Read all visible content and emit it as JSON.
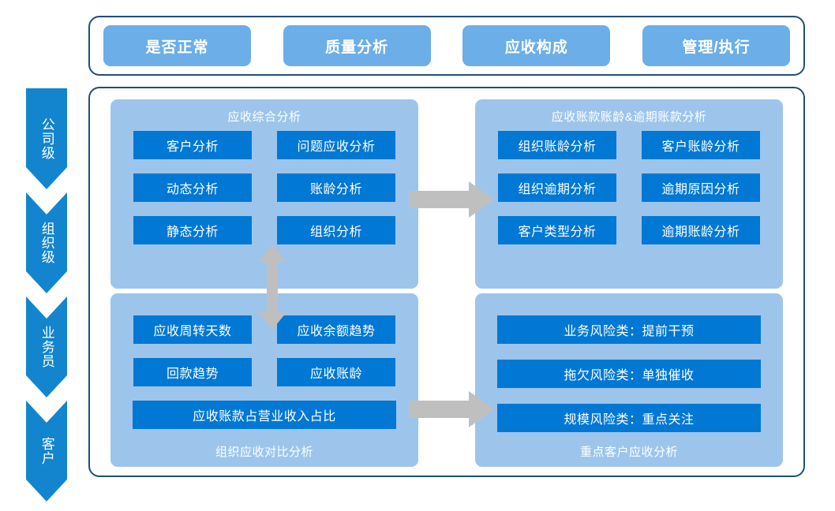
{
  "colors": {
    "frame_border": "#1F4E79",
    "tab_button": "#6BAEE8",
    "panel_bg": "#9DC5EC",
    "item_bg": "#0078D4",
    "rail": "#1285CE",
    "arrow_gray": "#BFBFBF",
    "text_white": "#FFFFFF"
  },
  "rail": {
    "items": [
      {
        "label": "公司级"
      },
      {
        "label": "组织级"
      },
      {
        "label": "业务员"
      },
      {
        "label": "客户"
      }
    ]
  },
  "top_tabs": [
    {
      "label": "是否正常"
    },
    {
      "label": "质量分析"
    },
    {
      "label": "应收构成"
    },
    {
      "label": "管理/执行"
    }
  ],
  "panels": {
    "top_left": {
      "title": "应收综合分析",
      "title_position": "top",
      "items": [
        {
          "label": "客户分析"
        },
        {
          "label": "问题应收分析"
        },
        {
          "label": "动态分析"
        },
        {
          "label": "账龄分析"
        },
        {
          "label": "静态分析"
        },
        {
          "label": "组织分析"
        }
      ]
    },
    "top_right": {
      "title": "应收账款账龄&逾期账款分析",
      "title_position": "top",
      "items": [
        {
          "label": "组织账龄分析"
        },
        {
          "label": "客户账龄分析"
        },
        {
          "label": "组织逾期分析"
        },
        {
          "label": "逾期原因分析"
        },
        {
          "label": "客户类型分析"
        },
        {
          "label": "逾期账龄分析"
        }
      ]
    },
    "bottom_left": {
      "title": "组织应收对比分析",
      "title_position": "bottom",
      "items": [
        {
          "label": "应收周转天数"
        },
        {
          "label": "应收余额趋势"
        },
        {
          "label": "回款趋势"
        },
        {
          "label": "应收账龄"
        },
        {
          "label": "应收账款占营业收入占比"
        }
      ]
    },
    "bottom_right": {
      "title": "重点客户应收分析",
      "title_position": "bottom",
      "items": [
        {
          "label": "业务风险类：提前干预"
        },
        {
          "label": "拖欠风险类：单独催收"
        },
        {
          "label": "规模风险类：重点关注"
        }
      ]
    }
  },
  "connectors": [
    {
      "name": "arrow-right-top",
      "direction": "right"
    },
    {
      "name": "arrow-right-bottom",
      "direction": "right"
    },
    {
      "name": "arrow-vertical-middle",
      "direction": "up-down"
    }
  ]
}
